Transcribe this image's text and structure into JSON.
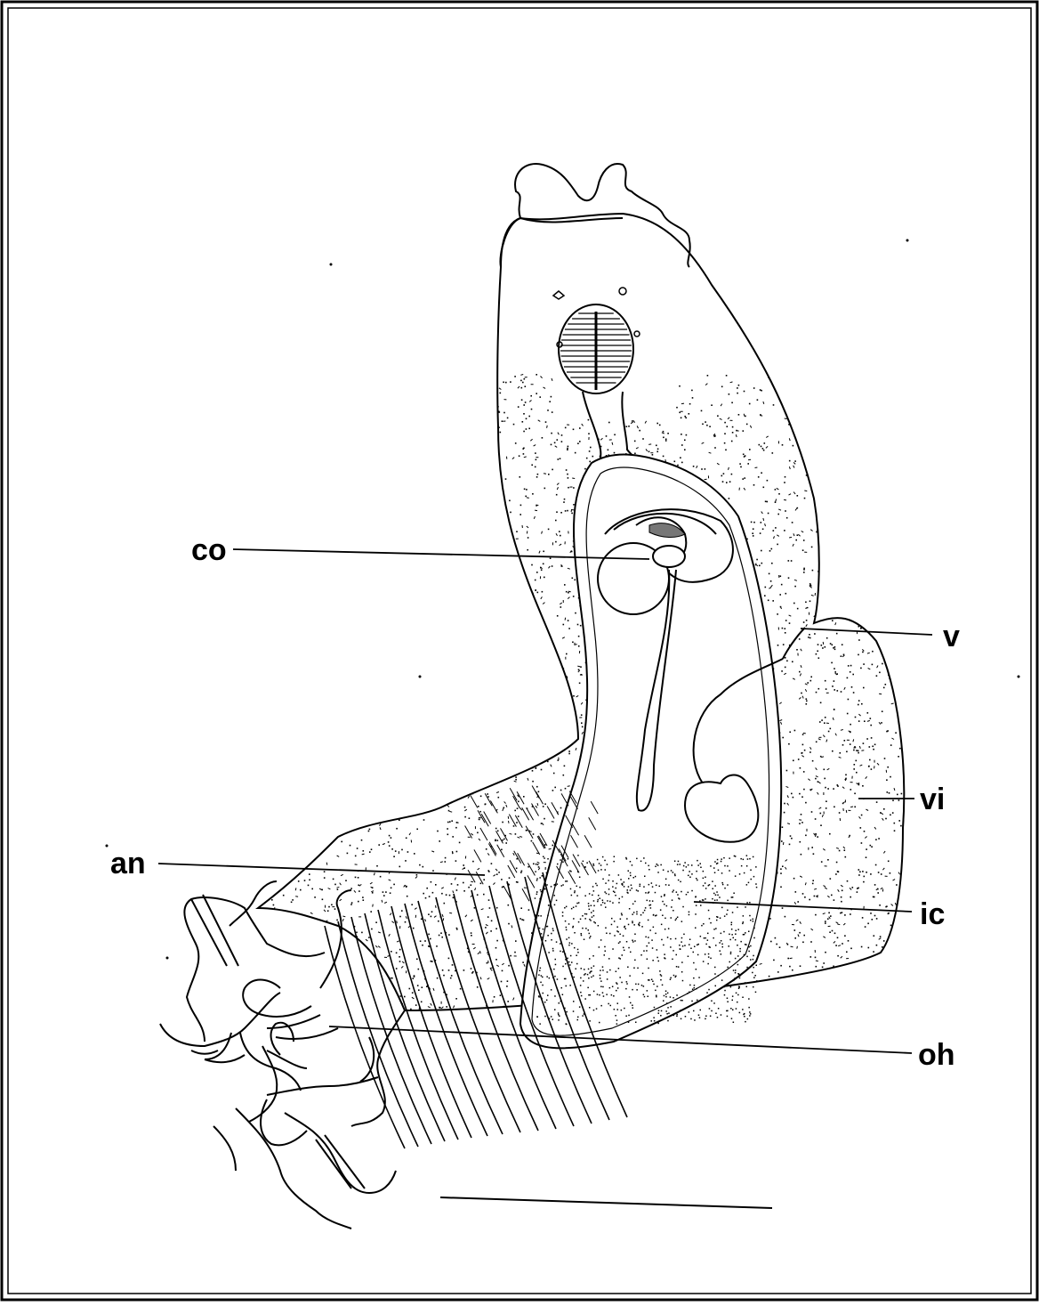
{
  "figure": {
    "labels": {
      "co": "co",
      "v": "v",
      "vi": "vi",
      "an": "an",
      "ic": "ic",
      "oh": "oh"
    },
    "colors": {
      "ink": "#000000",
      "paper": "#ffffff"
    }
  }
}
